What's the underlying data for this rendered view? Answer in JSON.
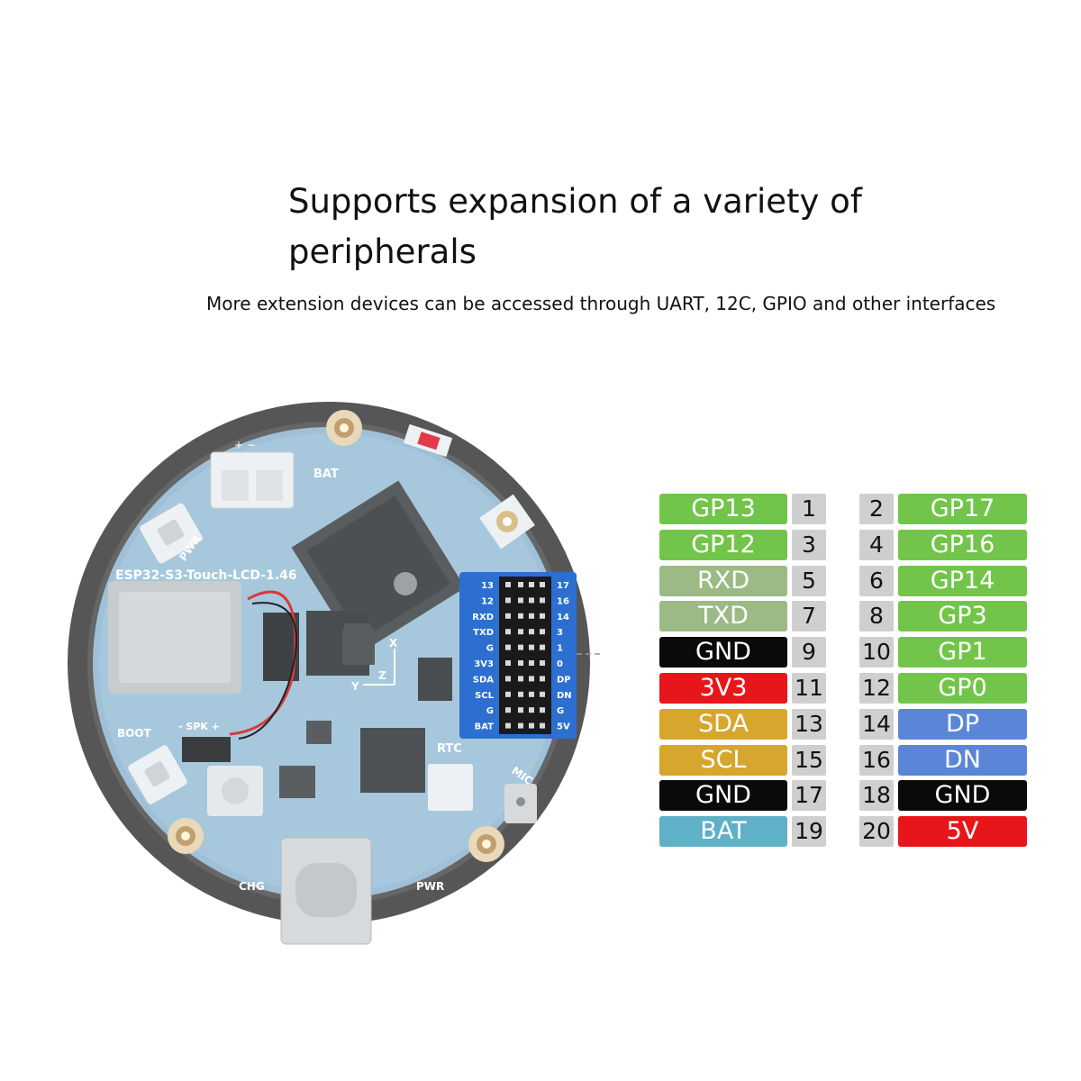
{
  "heading": {
    "title_line1": "Supports expansion of a variety of",
    "title_line2": "peripherals",
    "subtitle": "More extension devices can be accessed through UART, 12C, GPIO and other interfaces"
  },
  "board": {
    "name": "ESP32-S3-Touch-LCD-1.46",
    "labels": {
      "bat": "BAT",
      "pwr": "PWR",
      "boot": "BOOT",
      "spk": "- SPK +",
      "rtc": "RTC",
      "mic": "MIC",
      "chg": "CHG",
      "pwr_bottom": "PWR",
      "axis_x": "X",
      "axis_y": "Y",
      "axis_z": "Z"
    },
    "header_left": [
      "13",
      "12",
      "RXD",
      "TXD",
      "G",
      "3V3",
      "SDA",
      "SCL",
      "G",
      "BAT"
    ],
    "header_right": [
      "17",
      "16",
      "14",
      "3",
      "1",
      "0",
      "DP",
      "DN",
      "G",
      "5V"
    ]
  },
  "colors": {
    "gpio": "#72c54a",
    "uart": "#9bba86",
    "ground": "#0a0a0a",
    "power_3v3": "#e8161b",
    "i2c": "#d6a72c",
    "usb": "#5b86d8",
    "battery": "#5fb1c7",
    "power_5v": "#e8161b",
    "pin_number": "#cfcfcf"
  },
  "pins": [
    {
      "left": {
        "name": "GP13",
        "num": "1",
        "color": "#72c54a",
        "text": "#ffffff"
      },
      "right": {
        "num": "2",
        "name": "GP17",
        "color": "#72c54a",
        "text": "#ffffff"
      }
    },
    {
      "left": {
        "name": "GP12",
        "num": "3",
        "color": "#72c54a",
        "text": "#ffffff"
      },
      "right": {
        "num": "4",
        "name": "GP16",
        "color": "#72c54a",
        "text": "#ffffff"
      }
    },
    {
      "left": {
        "name": "RXD",
        "num": "5",
        "color": "#9bba86",
        "text": "#ffffff"
      },
      "right": {
        "num": "6",
        "name": "GP14",
        "color": "#72c54a",
        "text": "#ffffff"
      }
    },
    {
      "left": {
        "name": "TXD",
        "num": "7",
        "color": "#9bba86",
        "text": "#ffffff"
      },
      "right": {
        "num": "8",
        "name": "GP3",
        "color": "#72c54a",
        "text": "#ffffff"
      }
    },
    {
      "left": {
        "name": "GND",
        "num": "9",
        "color": "#0a0a0a",
        "text": "#ffffff"
      },
      "right": {
        "num": "10",
        "name": "GP1",
        "color": "#72c54a",
        "text": "#ffffff"
      }
    },
    {
      "left": {
        "name": "3V3",
        "num": "11",
        "color": "#e8161b",
        "text": "#ffffff"
      },
      "right": {
        "num": "12",
        "name": "GP0",
        "color": "#72c54a",
        "text": "#ffffff"
      }
    },
    {
      "left": {
        "name": "SDA",
        "num": "13",
        "color": "#d6a72c",
        "text": "#ffffff"
      },
      "right": {
        "num": "14",
        "name": "DP",
        "color": "#5b86d8",
        "text": "#ffffff"
      }
    },
    {
      "left": {
        "name": "SCL",
        "num": "15",
        "color": "#d6a72c",
        "text": "#ffffff"
      },
      "right": {
        "num": "16",
        "name": "DN",
        "color": "#5b86d8",
        "text": "#ffffff"
      }
    },
    {
      "left": {
        "name": "GND",
        "num": "17",
        "color": "#0a0a0a",
        "text": "#ffffff"
      },
      "right": {
        "num": "18",
        "name": "GND",
        "color": "#0a0a0a",
        "text": "#ffffff"
      }
    },
    {
      "left": {
        "name": "BAT",
        "num": "19",
        "color": "#5fb1c7",
        "text": "#ffffff"
      },
      "right": {
        "num": "20",
        "name": "5V",
        "color": "#e8161b",
        "text": "#ffffff"
      }
    }
  ]
}
